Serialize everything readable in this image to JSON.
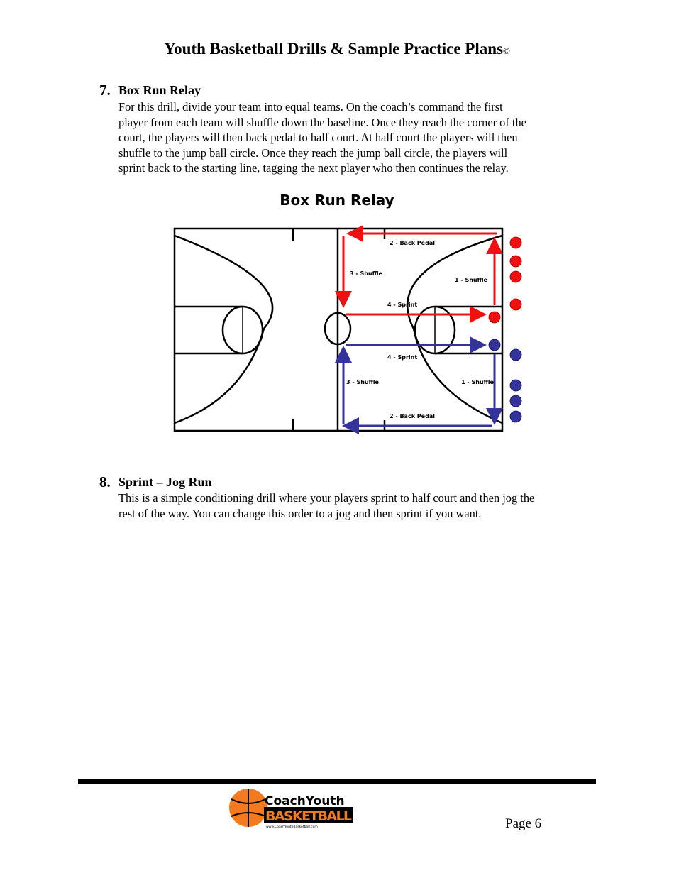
{
  "header": {
    "title": "Youth Basketball Drills & Sample Practice Plans",
    "copyright": "©"
  },
  "sections": [
    {
      "number": "7.",
      "heading": "Box Run Relay",
      "lines": [
        "For this drill, divide your team into equal teams.  On the coach’s command the first",
        "player from each team will shuffle down the baseline. Once they reach the corner of the",
        "court, the players will then back pedal to half court.  At half court the players will then",
        "shuffle to the jump ball circle.  Once they reach the jump ball circle, the players will",
        "sprint back to the starting line, tagging the next player who then continues the relay."
      ]
    },
    {
      "number": "8.",
      "heading": "Sprint – Jog Run",
      "lines": [
        "This is a simple conditioning drill where your players sprint to half court and then jog the",
        "rest of the way.  You can change this order to a jog and then sprint if you want."
      ]
    }
  ],
  "diagram": {
    "title": "Box Run Relay",
    "colors": {
      "red_team": "#ee1111",
      "blue_team": "#333399"
    },
    "red_labels": [
      "2 - Back Pedal",
      "3 - Shuffle",
      "1 - Shuffle",
      "4 - Sprint"
    ],
    "blue_labels": [
      "4 - Sprint",
      "3 - Shuffle",
      "1 - Shuffle",
      "2 - Back Pedal"
    ]
  },
  "footer": {
    "logo_text": "CoachYouth BASKETBALL",
    "logo_url_text": "www.CoachYouthBasketball.com",
    "page": "Page 6"
  }
}
